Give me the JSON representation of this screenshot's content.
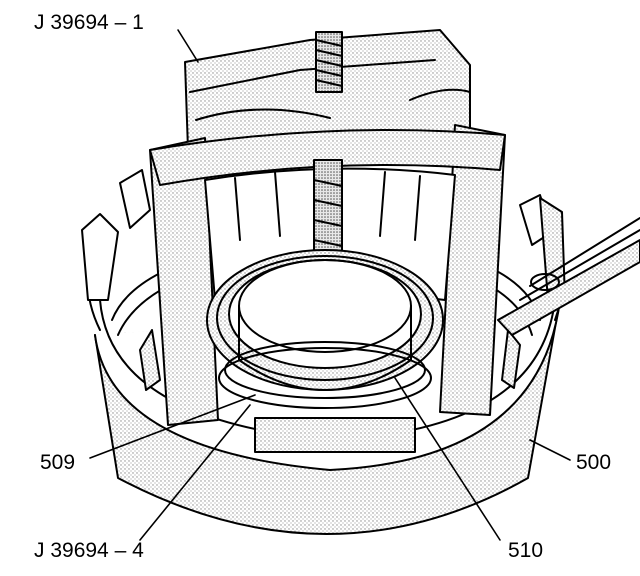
{
  "labels": {
    "tool_top": "J 39694 – 1",
    "part_509": "509",
    "part_500": "500",
    "tool_bottom": "J 39694 – 4",
    "part_510": "510"
  },
  "colors": {
    "ink": "#000000",
    "paper": "#ffffff",
    "shade": "#d9d9d9"
  }
}
